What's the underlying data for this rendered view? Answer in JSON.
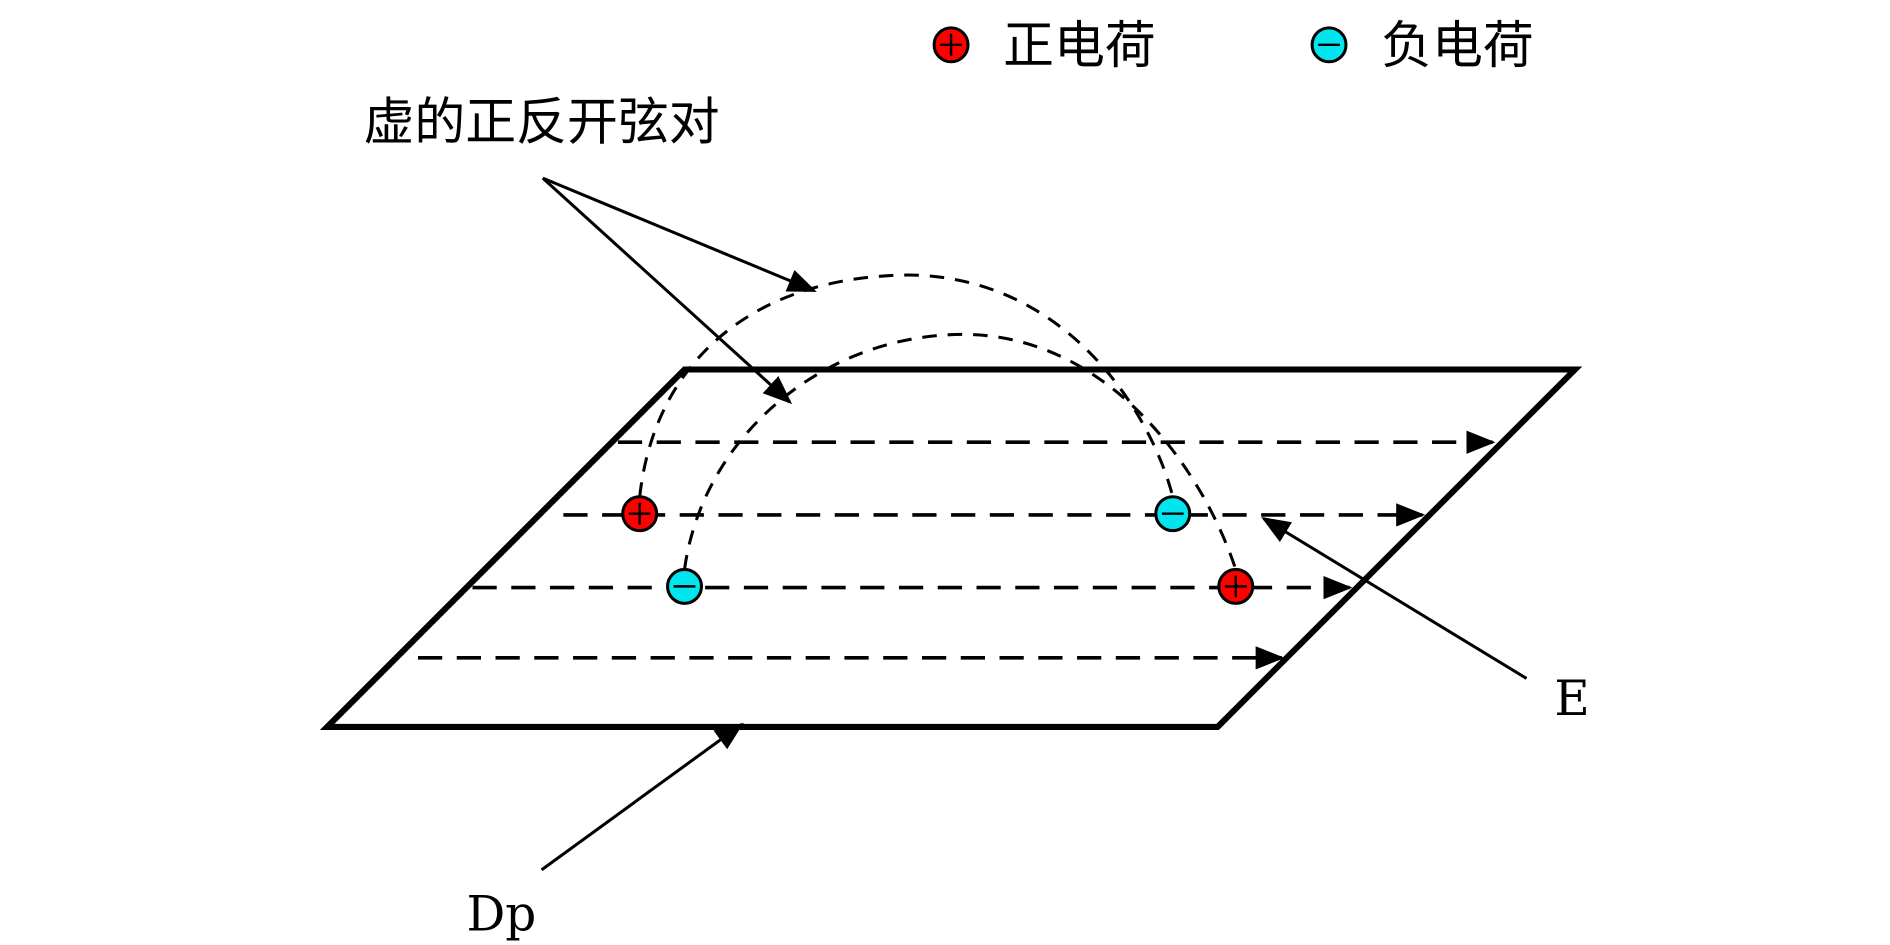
{
  "title_label": "虚的正反开弦对",
  "legend": {
    "positive": {
      "label": "正电荷",
      "symbol": "+",
      "color": "#ff0000"
    },
    "negative": {
      "label": "负电荷",
      "symbol": "−",
      "color": "#00e5ee"
    }
  },
  "labels": {
    "field": "E",
    "plane": "Dp"
  },
  "charges": [
    {
      "sign": "+",
      "pair": "outer"
    },
    {
      "sign": "−",
      "pair": "outer"
    },
    {
      "sign": "−",
      "pair": "inner"
    },
    {
      "sign": "+",
      "pair": "inner"
    }
  ]
}
